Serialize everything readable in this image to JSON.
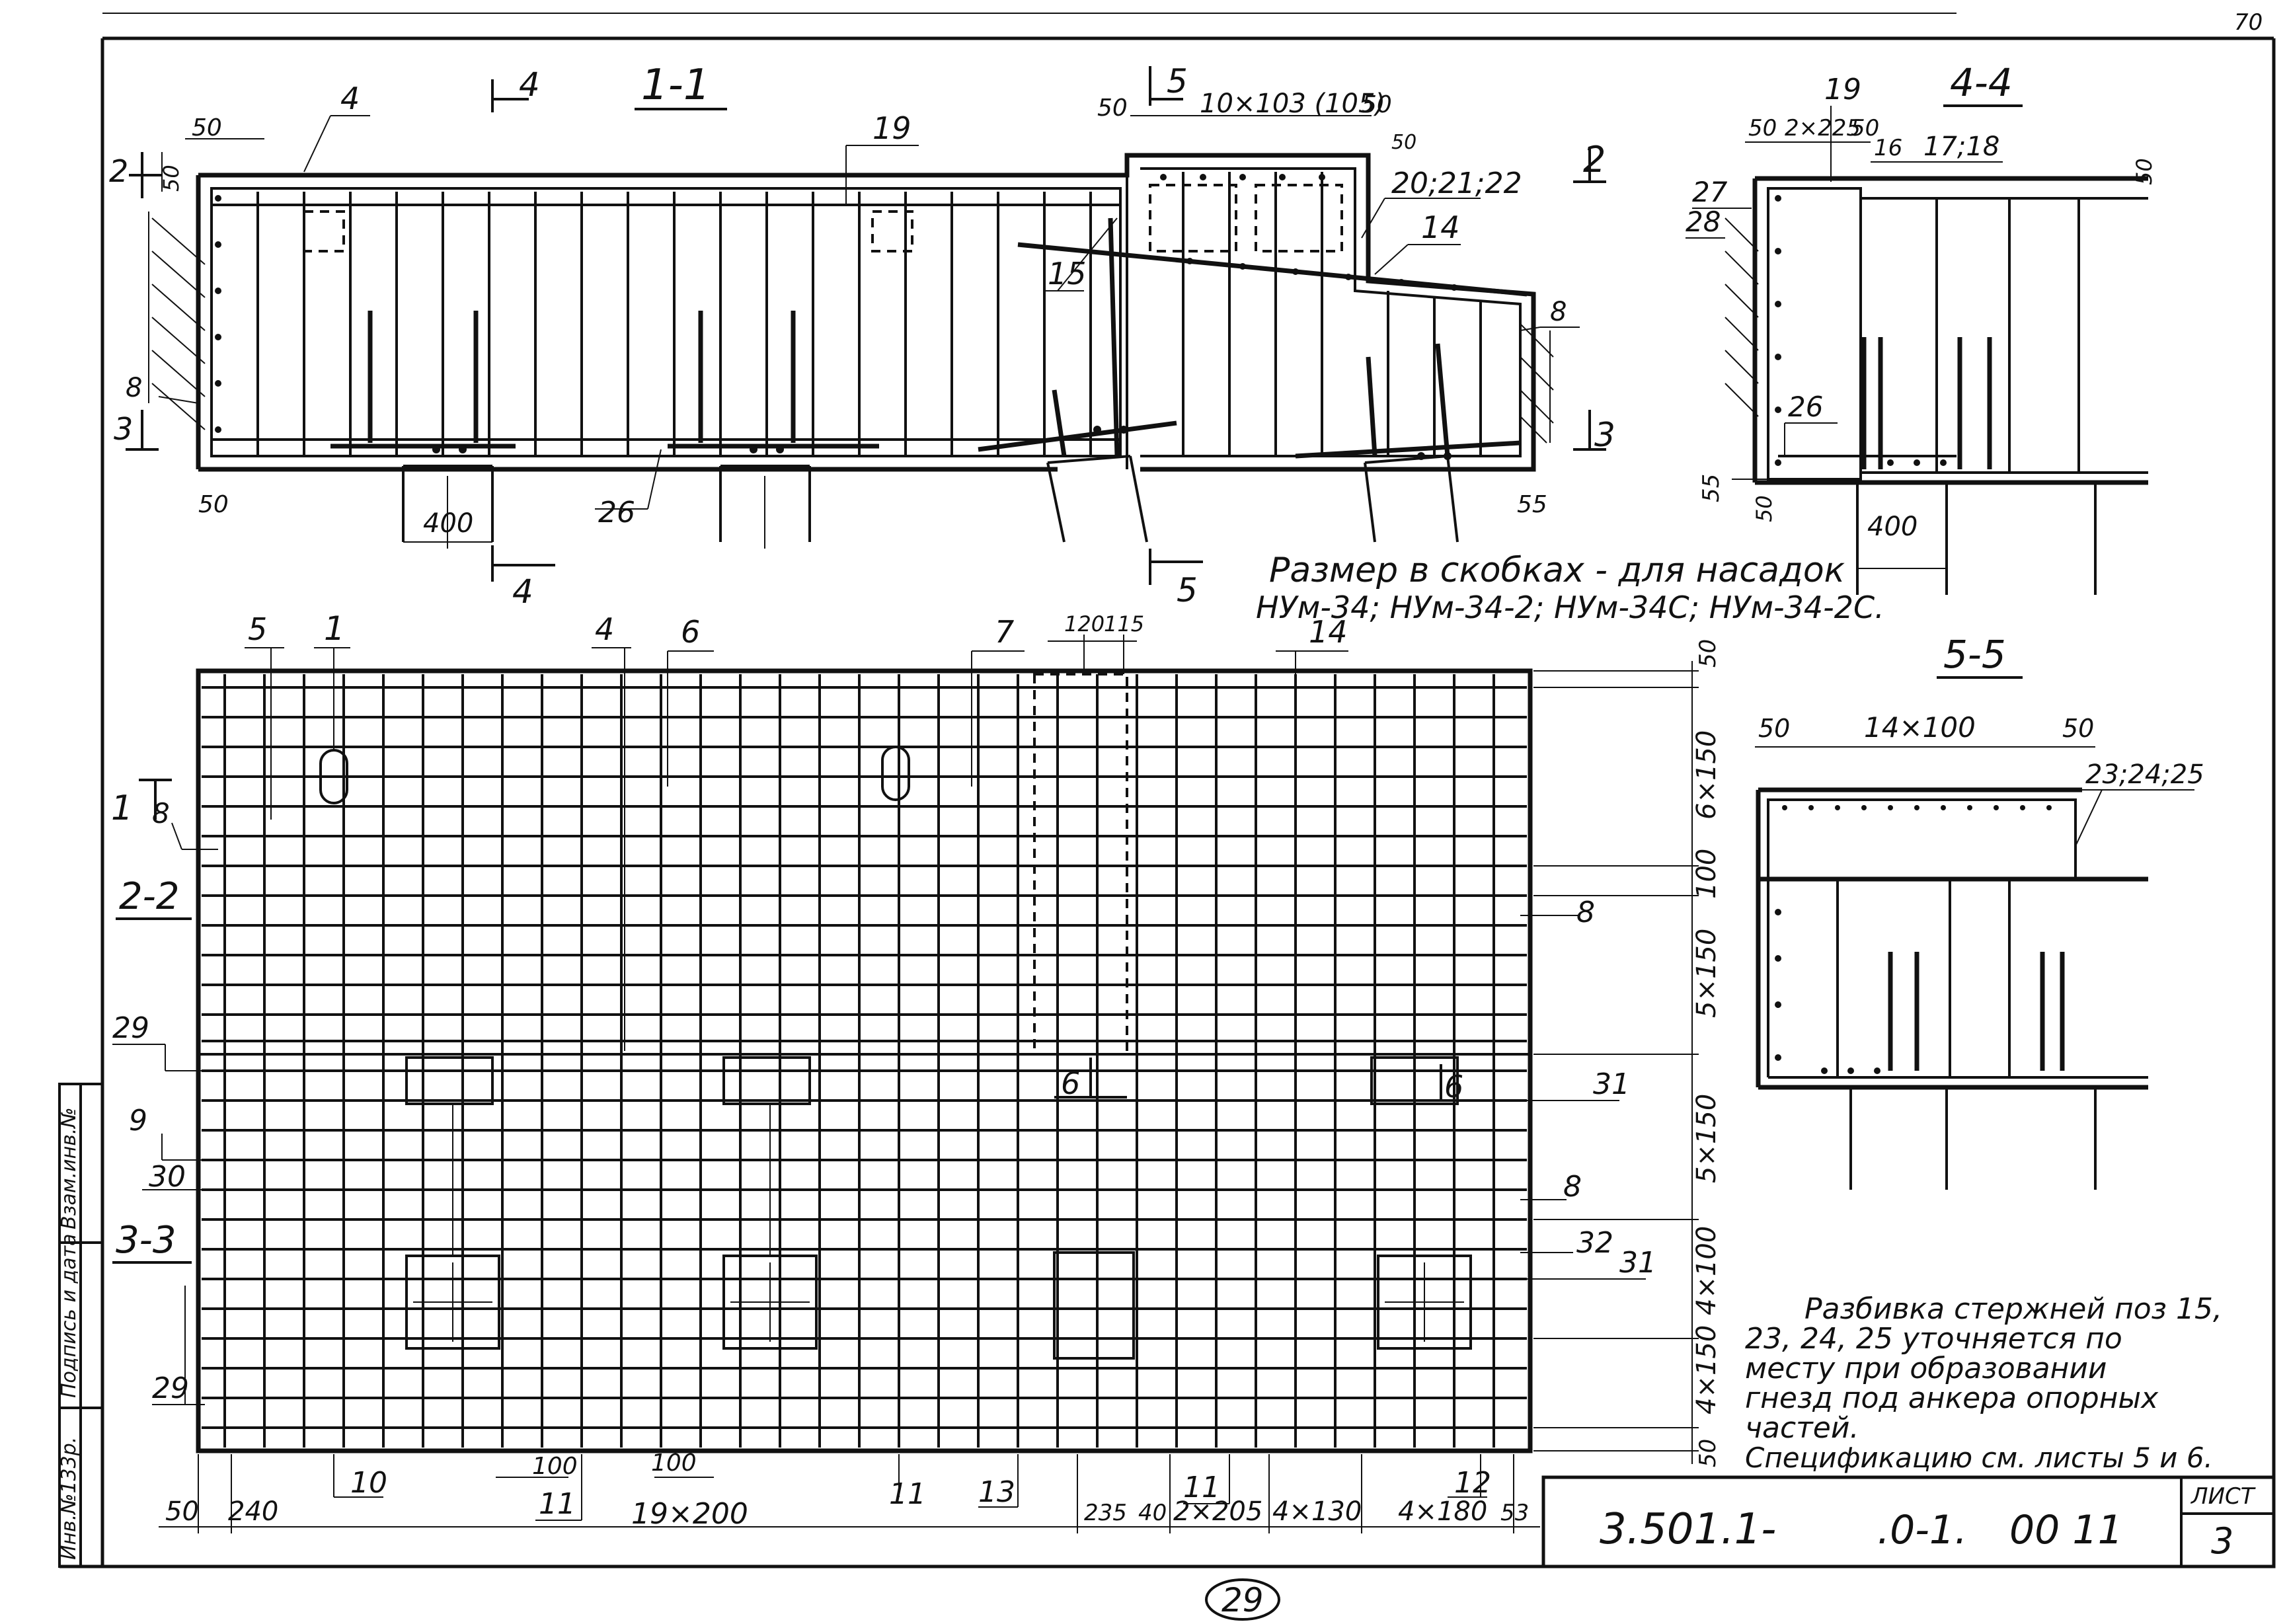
{
  "sheet": {
    "page_number": "70",
    "designation": "3.501.1-",
    "code_middle": ".0-1.",
    "code_right": "00 11",
    "list_label": "ЛИСТ",
    "list_number": "3",
    "stamp_number": "29"
  },
  "side_stamp": {
    "field_1": "Инв.№133р.",
    "field_2": "Подпись и дата",
    "field_3": "Взам.инв.№"
  },
  "sections": {
    "s11": "1-1",
    "s44": "4-4",
    "s55": "5-5",
    "s22": "2-2",
    "s33": "3-3"
  },
  "cut_marks": {
    "c4a": "4",
    "c4b": "4",
    "c5a": "5",
    "c5b": "5",
    "c2a": "2",
    "c2b": "2",
    "c3a": "3",
    "c3b": "3",
    "c1": "1",
    "c6a": "6",
    "c6b": "6"
  },
  "dims": {
    "d50a": "50",
    "d50b": "50",
    "d50c": "50",
    "d50d": "50",
    "d10x103": "10×103 (105)",
    "d50e": "50",
    "d400a": "400",
    "d55a": "55",
    "d50f": "50",
    "d2x225": "2×225",
    "d50g": "50",
    "d400b": "400",
    "d55b": "55",
    "d50h": "50",
    "d50i": "50",
    "d50j": "50",
    "d14x100": "14×100",
    "d50k": "50",
    "d50l": "50",
    "d120": "120",
    "d115": "115",
    "d50top": "50",
    "d6x150": "6×150",
    "d100": "100",
    "d5x150a": "5×150",
    "d5x150b": "5×150",
    "d4x100": "4×100",
    "d4x150": "4×150",
    "d50bot": "50",
    "b50": "50",
    "b240": "240",
    "b19x200": "19×200",
    "b235": "235",
    "b40": "40",
    "b2x205": "2×205",
    "b4x130": "4×130",
    "b4x180": "4×180",
    "b53": "53",
    "b100a": "100",
    "b100b": "100"
  },
  "positions": {
    "p4a": "4",
    "p8a": "8",
    "p19a": "19",
    "p15": "15",
    "p20": "20;21;22",
    "p14a": "14",
    "p8b": "8",
    "p26a": "26",
    "p19b": "19",
    "p16": "16",
    "p1718": "17;18",
    "p27": "27",
    "p28": "28",
    "p26b": "26",
    "p232425": "23;24;25",
    "p5": "5",
    "p1": "1",
    "p4b": "4",
    "p6": "6",
    "p7": "7",
    "p14b": "14",
    "p8c": "8",
    "p8d": "8",
    "p8e": "8",
    "p29a": "29",
    "p9": "9",
    "p30": "30",
    "p31a": "31",
    "p32": "32",
    "p31b": "31",
    "p29b": "29",
    "p10": "10",
    "p11a": "11",
    "p11b": "11",
    "p13": "13",
    "p11c": "11",
    "p12": "12"
  },
  "notes": {
    "brackets_line1": "Размер в скобках - для насадок",
    "brackets_line2": "НУм-34; НУм-34-2; НУм-34С; НУм-34-2С.",
    "split_1": "Разбивка стержней поз 15,",
    "split_2": "23, 24, 25 уточняется по",
    "split_3": "месту при образовании",
    "split_4": "гнезд под анкера опорных",
    "split_5": "частей.",
    "spec": "Спецификацию см. листы 5 и 6."
  }
}
